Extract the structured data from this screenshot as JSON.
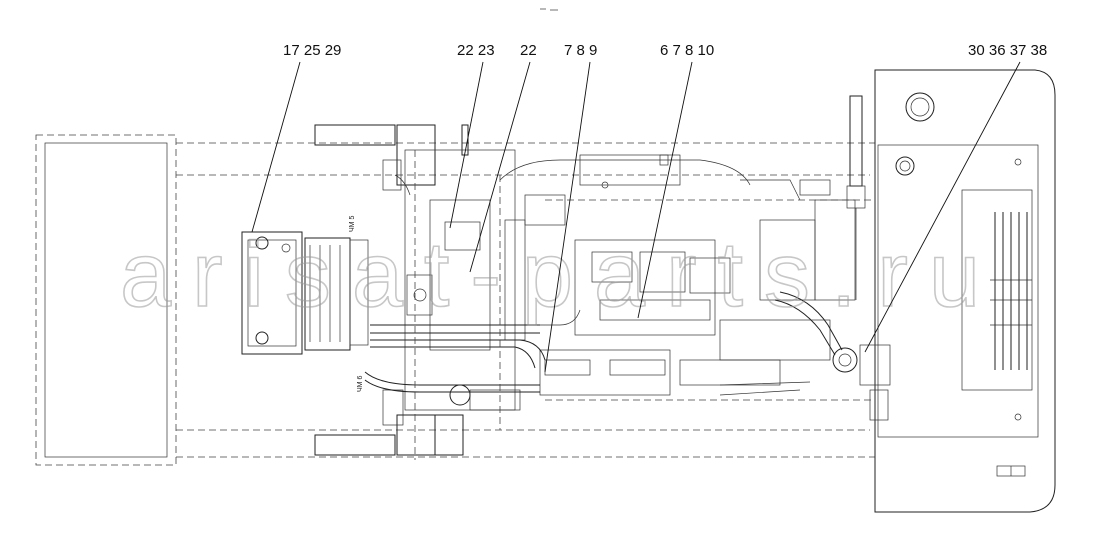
{
  "diagram": {
    "callouts": [
      {
        "id": "c1",
        "label": "17 25 29"
      },
      {
        "id": "c2",
        "label": "22 23"
      },
      {
        "id": "c3",
        "label": "22"
      },
      {
        "id": "c4",
        "label": "7 8 9"
      },
      {
        "id": "c5",
        "label": "6 7 8 10"
      },
      {
        "id": "c6",
        "label": "30 36 37 38"
      }
    ],
    "watermark": "arisat-parts.ru",
    "small_marks": [
      "ЧМ 5",
      "ЧМ 6"
    ]
  }
}
